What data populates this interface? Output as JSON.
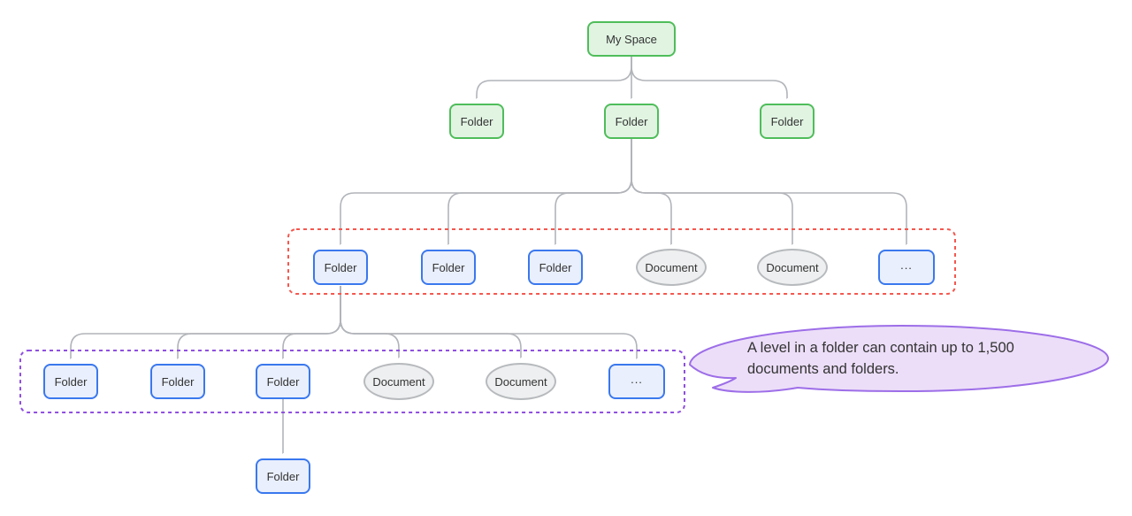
{
  "diagram": {
    "root": {
      "label": "My Space"
    },
    "level2": [
      {
        "label": "Folder"
      },
      {
        "label": "Folder"
      },
      {
        "label": "Folder"
      }
    ],
    "level3": [
      {
        "label": "Folder"
      },
      {
        "label": "Folder"
      },
      {
        "label": "Folder"
      },
      {
        "label": "Document"
      },
      {
        "label": "Document"
      },
      {
        "label": "..."
      }
    ],
    "level4": [
      {
        "label": "Folder"
      },
      {
        "label": "Folder"
      },
      {
        "label": "Folder"
      },
      {
        "label": "Document"
      },
      {
        "label": "Document"
      },
      {
        "label": "..."
      }
    ],
    "level5": [
      {
        "label": "Folder"
      }
    ],
    "callout": {
      "text": "A level in a folder can contain up to 1,500 documents and folders."
    },
    "colors": {
      "folder_green_border": "#4fbd5a",
      "folder_green_fill": "#e1f4e2",
      "folder_blue_border": "#3a78ee",
      "folder_blue_fill": "#e9effc",
      "document_border": "#b7babd",
      "document_fill": "#eeeff0",
      "group_red_border": "#f4574e",
      "group_purple_border": "#8f4fe0",
      "callout_border": "#9d6ee8",
      "callout_fill": "#ecdef8",
      "connector": "#b1b4b9",
      "text": "#333333"
    }
  }
}
